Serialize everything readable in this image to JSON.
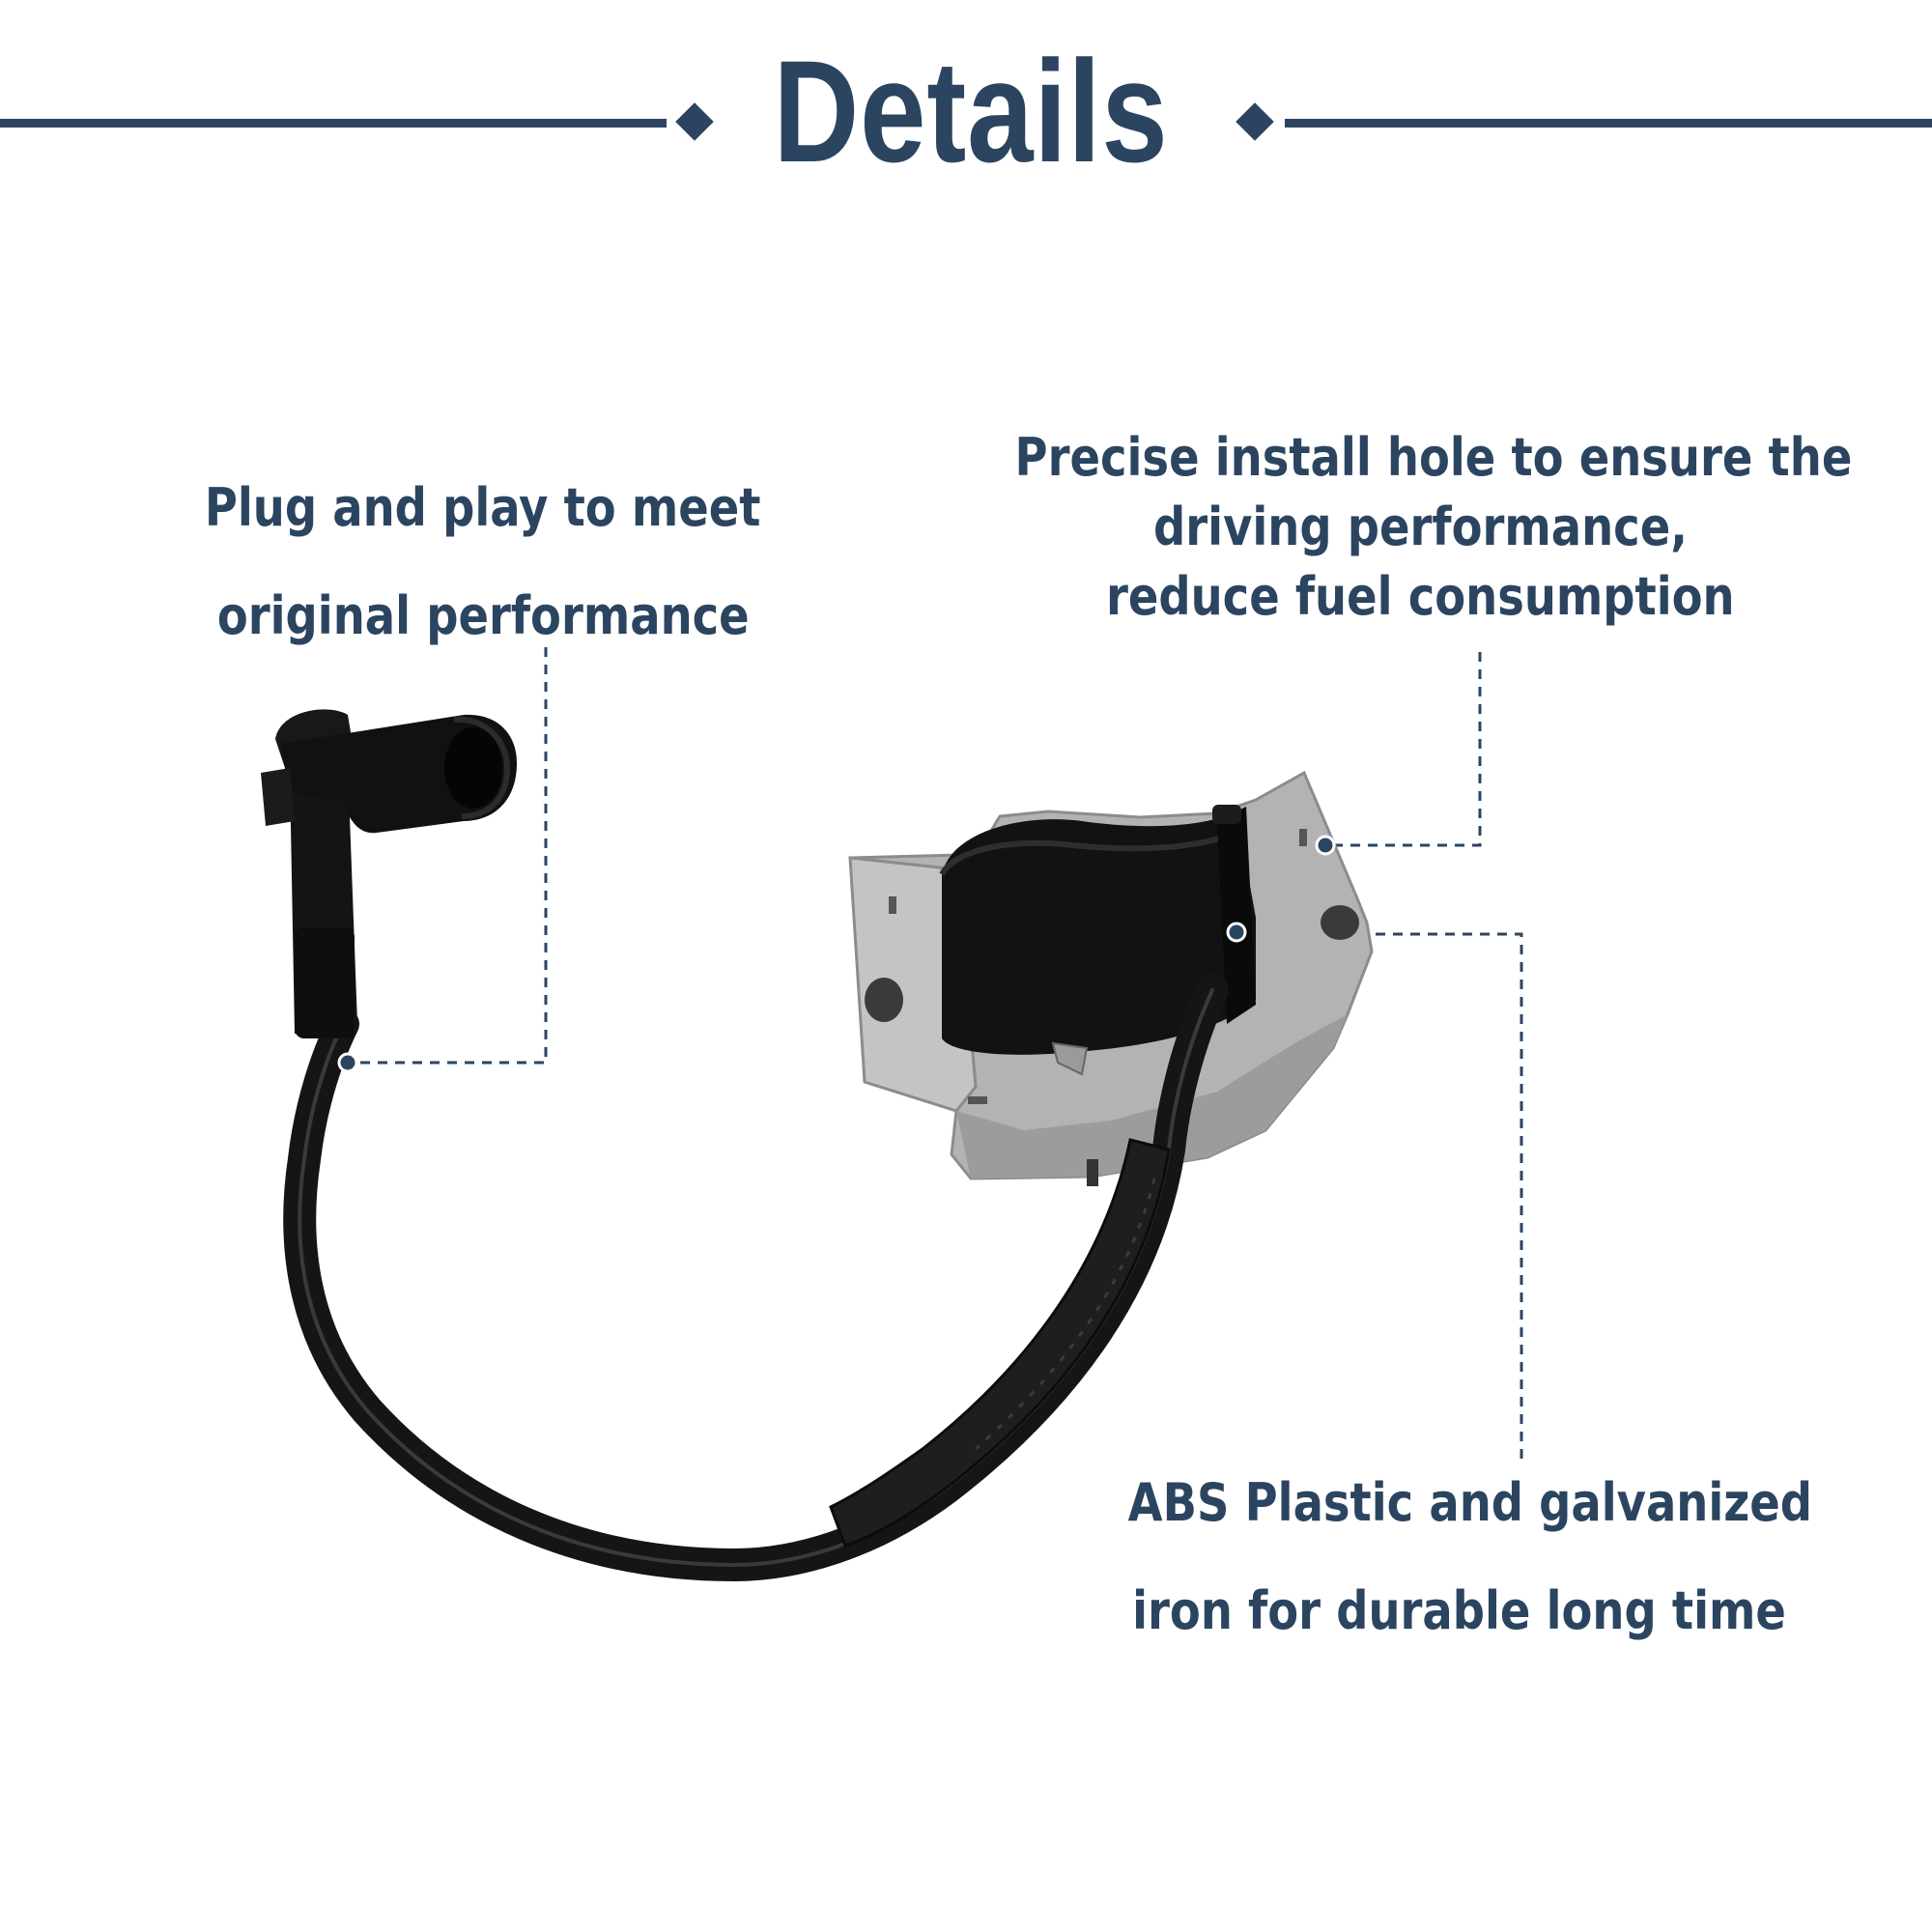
{
  "header": {
    "title": "Details"
  },
  "callouts": {
    "plug_and_play": {
      "lines": [
        "Plug and play to meet",
        "original performance"
      ]
    },
    "install_hole": {
      "lines": [
        "Precise install hole to ensure the",
        "driving performance,",
        "reduce fuel consumption"
      ]
    },
    "material": {
      "lines": [
        "ABS Plastic and galvanized",
        "iron for durable long time"
      ]
    }
  },
  "colors": {
    "accent": "#2b4560",
    "background": "#ffffff",
    "rubber": "#111111",
    "metal_bracket": "#b3b3b3"
  },
  "icons": {
    "header_decoration": "diamond-shape",
    "callout_marker": "dot-marker"
  }
}
